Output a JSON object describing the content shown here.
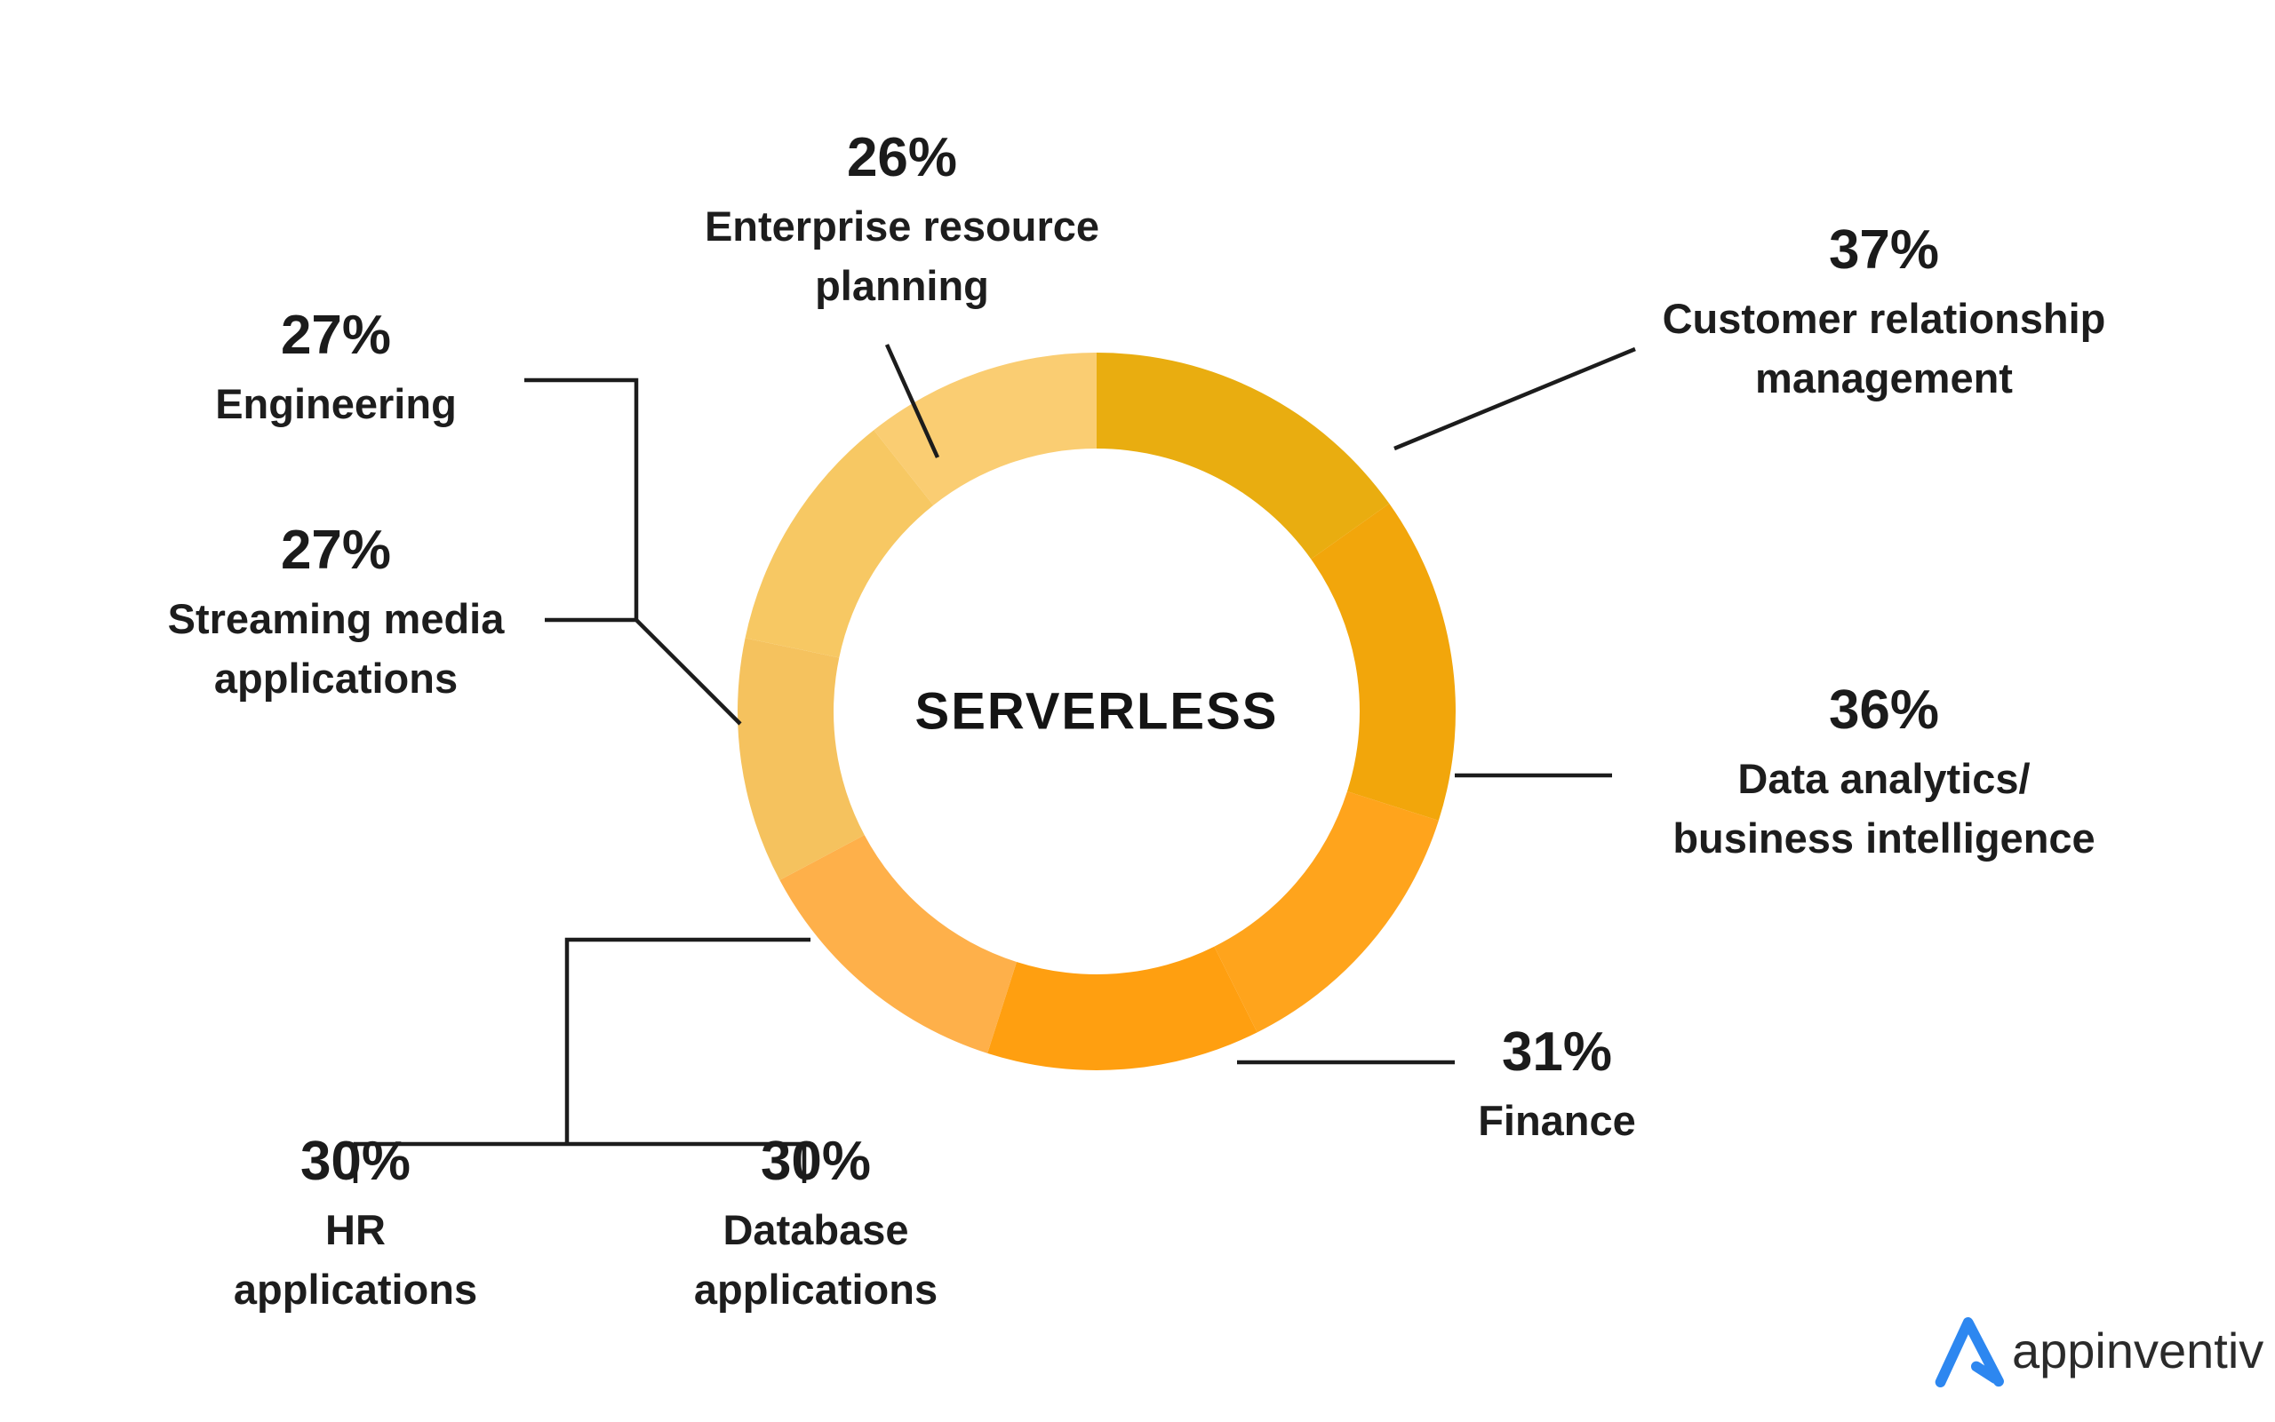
{
  "chart_data": {
    "type": "pie",
    "donut": true,
    "center_label": "SERVERLESS",
    "unit": "%",
    "direction": "clockwise",
    "start_angle_deg": 0,
    "legend_position": "callouts-around-ring",
    "segments": [
      {
        "label": "Customer relationship management",
        "value": 37,
        "color": "#E9AD10"
      },
      {
        "label": "Data analytics/ business intelligence",
        "value": 36,
        "color": "#F2A60B"
      },
      {
        "label": "Finance",
        "value": 31,
        "color": "#FFA41C"
      },
      {
        "label": "Database applications",
        "value": 30,
        "color": "#FF9F10"
      },
      {
        "label": "HR applications",
        "value": 30,
        "color": "#FEB04A"
      },
      {
        "label": "Streaming media applications",
        "value": 27,
        "color": "#F5C25E"
      },
      {
        "label": "Engineering",
        "value": 27,
        "color": "#F7C863"
      },
      {
        "label": "Enterprise resource planning",
        "value": 26,
        "color": "#FACD72"
      }
    ]
  },
  "callouts": {
    "erp": {
      "pct": "26%",
      "line1": "Enterprise resource",
      "line2": "planning"
    },
    "crm": {
      "pct": "37%",
      "line1": "Customer relationship",
      "line2": "management"
    },
    "data": {
      "pct": "36%",
      "line1": "Data analytics/",
      "line2": "business intelligence"
    },
    "finance": {
      "pct": "31%",
      "line1": "Finance"
    },
    "db": {
      "pct": "30%",
      "line1": "Database",
      "line2": "applications"
    },
    "hr": {
      "pct": "30%",
      "line1": "HR",
      "line2": "applications"
    },
    "streaming": {
      "pct": "27%",
      "line1": "Streaming media",
      "line2": "applications"
    },
    "engineering": {
      "pct": "27%",
      "line1": "Engineering"
    }
  },
  "logo": {
    "brand": "appinventiv",
    "mark_color": "#2D87F0",
    "text_color": "#2b2b2b"
  },
  "connector_color": "#1c1c1c"
}
